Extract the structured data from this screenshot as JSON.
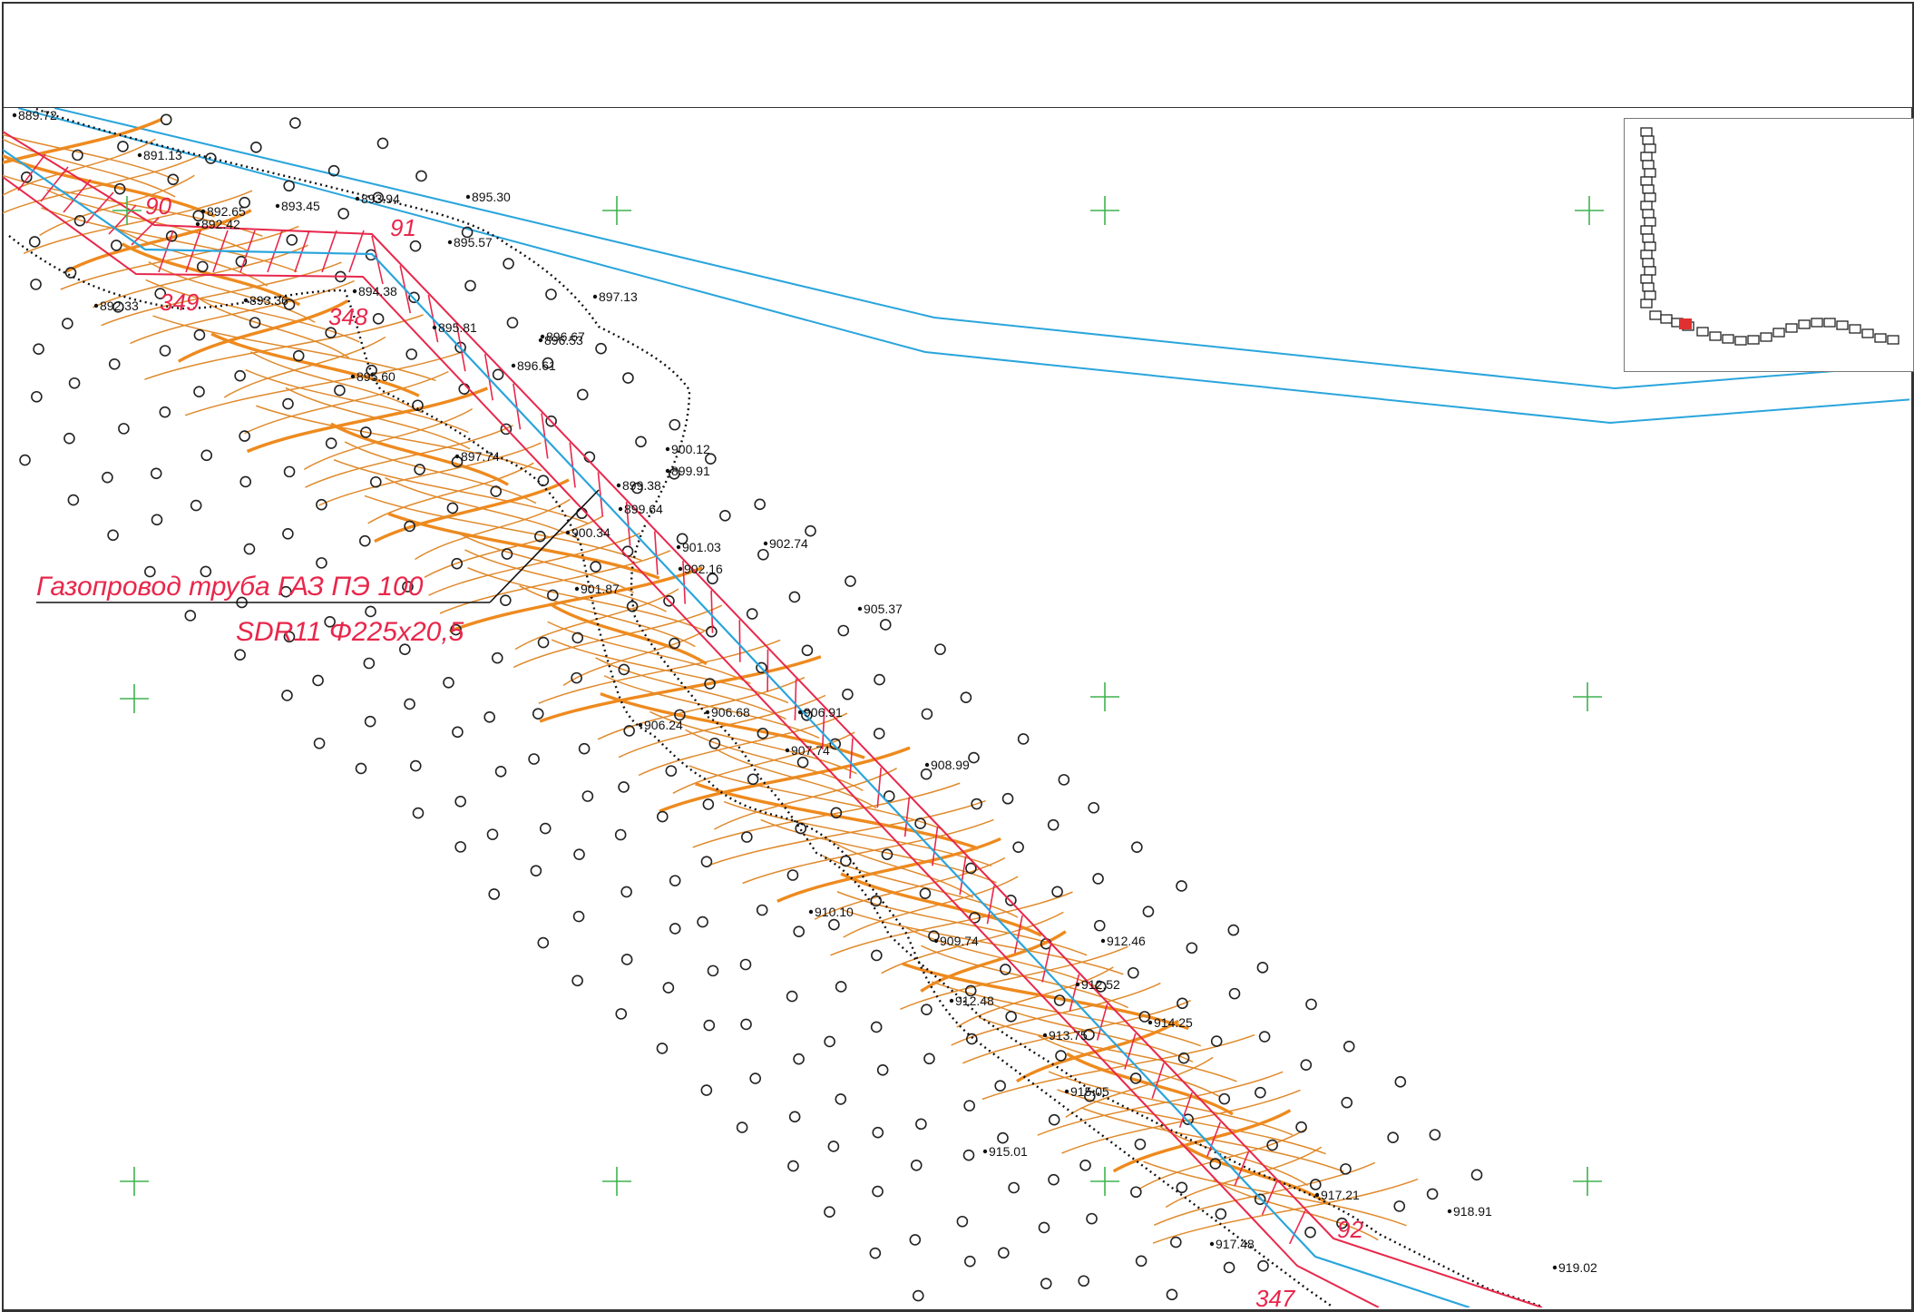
{
  "pipeline_label": {
    "line1": "Газопровод труба ГАЗ ПЭ 100",
    "line2": "SDR11 Φ225x20,5",
    "color": "#e8274b"
  },
  "pickets": [
    "90",
    "91",
    "92"
  ],
  "stations": [
    "349",
    "348",
    "347"
  ],
  "elevations": [
    "889.72",
    "891.13",
    "892.65",
    "892.42",
    "893.45",
    "893.94",
    "895.30",
    "895.57",
    "892.33",
    "893.36",
    "894.38",
    "897.13",
    "895.81",
    "896.67",
    "896.53",
    "896.61",
    "895.60",
    "897.74",
    "900.12",
    "899.91",
    "899.38",
    "899.64",
    "900.34",
    "901.03",
    "902.74",
    "902.16",
    "901.87",
    "905.37",
    "906.68",
    "906.91",
    "906.24",
    "907.74",
    "908.99",
    "909.74",
    "910.10",
    "912.46",
    "912.52",
    "912.48",
    "914.25",
    "913.75",
    "915.05",
    "915.01",
    "917.21",
    "918.91",
    "917.48",
    "919.02"
  ],
  "colors": {
    "contour": "#e08a2c",
    "contour_index": "#ee8a1e",
    "road": "#2aa5dc",
    "pipe": "#e8274b",
    "survey_points": "#222222",
    "grid_cross": "#3fb34f",
    "boundary": "#111111"
  },
  "overview_map": {
    "icon": "route-overview-icon",
    "highlight_color": "#e03030"
  }
}
